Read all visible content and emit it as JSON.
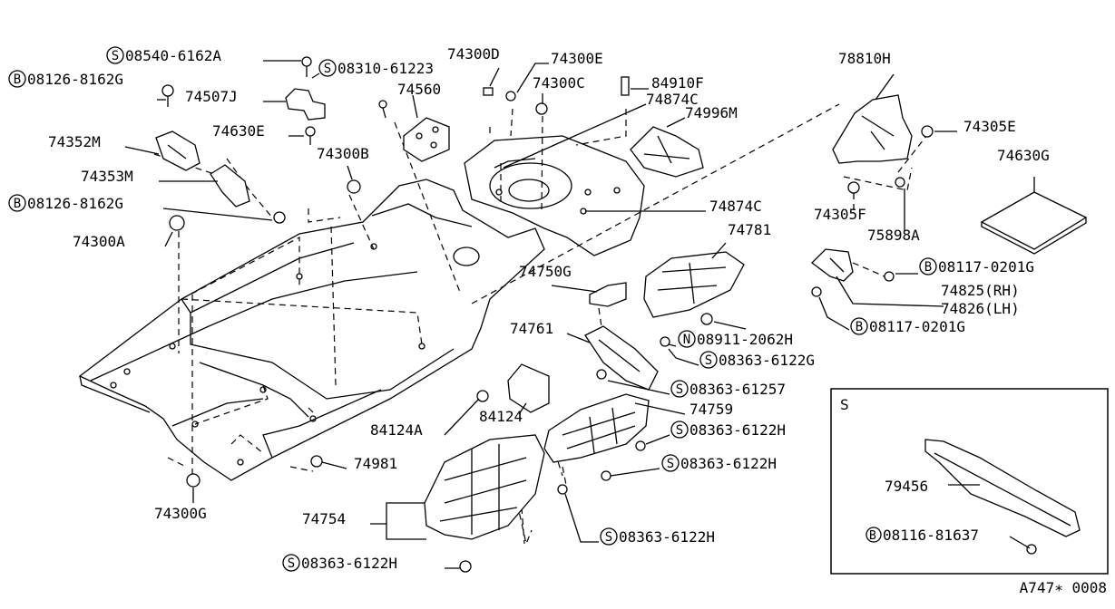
{
  "labels": [
    {
      "id": "s-08540-6162a",
      "prefix": "S",
      "text": "08540-6162A"
    },
    {
      "id": "b-08126-8162g-1",
      "prefix": "B",
      "text": "08126-8162G"
    },
    {
      "id": "s-08310-61223",
      "prefix": "S",
      "text": "08310-61223"
    },
    {
      "id": "p-74507j",
      "text": "74507J"
    },
    {
      "id": "p-74560",
      "text": "74560"
    },
    {
      "id": "p-74300d",
      "text": "74300D"
    },
    {
      "id": "p-74300e",
      "text": "74300E"
    },
    {
      "id": "p-74300c",
      "text": "74300C"
    },
    {
      "id": "p-84910f",
      "text": "84910F"
    },
    {
      "id": "p-74874c-1",
      "text": "74874C"
    },
    {
      "id": "p-74996m",
      "text": "74996M"
    },
    {
      "id": "p-78810h",
      "text": "78810H"
    },
    {
      "id": "p-74305e",
      "text": "74305E"
    },
    {
      "id": "p-74630g",
      "text": "74630G"
    },
    {
      "id": "p-74352m",
      "text": "74352M"
    },
    {
      "id": "p-74630e",
      "text": "74630E"
    },
    {
      "id": "p-74300b",
      "text": "74300B"
    },
    {
      "id": "p-74353m",
      "text": "74353M"
    },
    {
      "id": "b-08126-8162g-2",
      "prefix": "B",
      "text": "08126-8162G"
    },
    {
      "id": "p-74874c-2",
      "text": "74874C"
    },
    {
      "id": "p-74305f",
      "text": "74305F"
    },
    {
      "id": "p-75898a",
      "text": "75898A"
    },
    {
      "id": "p-74300a",
      "text": "74300A"
    },
    {
      "id": "p-74781",
      "text": "74781"
    },
    {
      "id": "b-08117-0201g-1",
      "prefix": "B",
      "text": "08117-0201G"
    },
    {
      "id": "p-74750g",
      "text": "74750G"
    },
    {
      "id": "p-74825rh",
      "text": "74825(RH)"
    },
    {
      "id": "p-74826lh",
      "text": "74826(LH)"
    },
    {
      "id": "b-08117-0201g-2",
      "prefix": "B",
      "text": "08117-0201G"
    },
    {
      "id": "p-74761",
      "text": "74761"
    },
    {
      "id": "n-08911-2062h",
      "prefix": "N",
      "text": "08911-2062H"
    },
    {
      "id": "s-08363-6122g",
      "prefix": "S",
      "text": "08363-6122G"
    },
    {
      "id": "s-08363-61257",
      "prefix": "S",
      "text": "08363-61257"
    },
    {
      "id": "p-74759",
      "text": "74759"
    },
    {
      "id": "p-84124a",
      "text": "84124A"
    },
    {
      "id": "p-84124",
      "text": "84124"
    },
    {
      "id": "s-08363-6122h-1",
      "prefix": "S",
      "text": "08363-6122H"
    },
    {
      "id": "p-74981",
      "text": "74981"
    },
    {
      "id": "s-08363-6122h-2",
      "prefix": "S",
      "text": "08363-6122H"
    },
    {
      "id": "p-74300g",
      "text": "74300G"
    },
    {
      "id": "p-74754",
      "text": "74754"
    },
    {
      "id": "s-08363-6122h-3",
      "prefix": "S",
      "text": "08363-6122H"
    },
    {
      "id": "s-08363-6122h-4",
      "prefix": "S",
      "text": "08363-6122H"
    }
  ],
  "inset": {
    "title": "S",
    "part_label": "79456",
    "bolt_prefix": "B",
    "bolt_label": "08116-81637"
  },
  "figure_code": "A747∗ 0008"
}
